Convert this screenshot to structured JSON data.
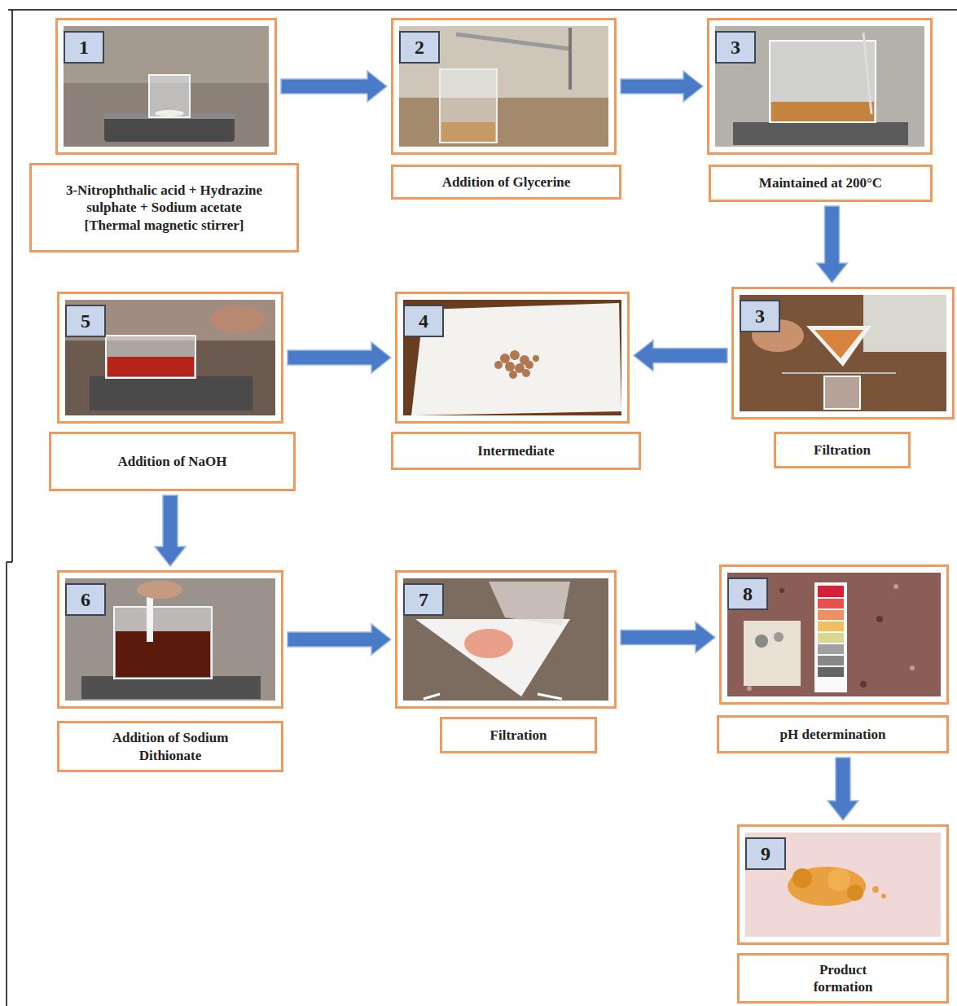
{
  "diagram": {
    "nodes": [
      {
        "text": [
          "1"
        ]
      },
      {
        "text": [
          "3-Nitrophthalic acid + Hydrazine sulphate + Sodium acetate [Thermal magnetic stirrer]"
        ]
      },
      {
        "text": [
          "2"
        ]
      },
      {
        "text": [
          "Addition of Glycerine"
        ]
      },
      {
        "text": [
          "3"
        ]
      },
      {
        "text": [
          "Maintained at 200°C"
        ]
      },
      {
        "text": [
          "5"
        ]
      },
      {
        "text": [
          "Addition of NaOH"
        ]
      },
      {
        "text": [
          "4"
        ]
      },
      {
        "text": [
          "Intermediate"
        ]
      },
      {
        "text": [
          "3"
        ]
      },
      {
        "text": [
          "Filtration"
        ]
      },
      {
        "text": [
          "6"
        ]
      },
      {
        "text": [
          "Addition of Sodium Dithionate"
        ]
      },
      {
        "text": [
          "7"
        ]
      },
      {
        "text": [
          "Filtration"
        ]
      },
      {
        "text": [
          "8"
        ]
      },
      {
        "text": [
          "pH determination"
        ]
      },
      {
        "text": [
          "9"
        ]
      },
      {
        "text": [
          "Product formation"
        ]
      }
    ],
    "edges": [
      {
        "from": 0,
        "to": 2,
        "arrow": "to"
      },
      {
        "from": 2,
        "to": 4,
        "arrow": "to"
      },
      {
        "from": 5,
        "to": 10,
        "arrow": "to"
      },
      {
        "from": 10,
        "to": 8,
        "arrow": "to"
      },
      {
        "from": 6,
        "to": 8,
        "arrow": "to"
      },
      {
        "from": 7,
        "to": 12,
        "arrow": "to"
      },
      {
        "from": 12,
        "to": 14,
        "arrow": "to"
      },
      {
        "from": 14,
        "to": 16,
        "arrow": "to"
      },
      {
        "from": 17,
        "to": 18,
        "arrow": "to"
      }
    ]
  }
}
